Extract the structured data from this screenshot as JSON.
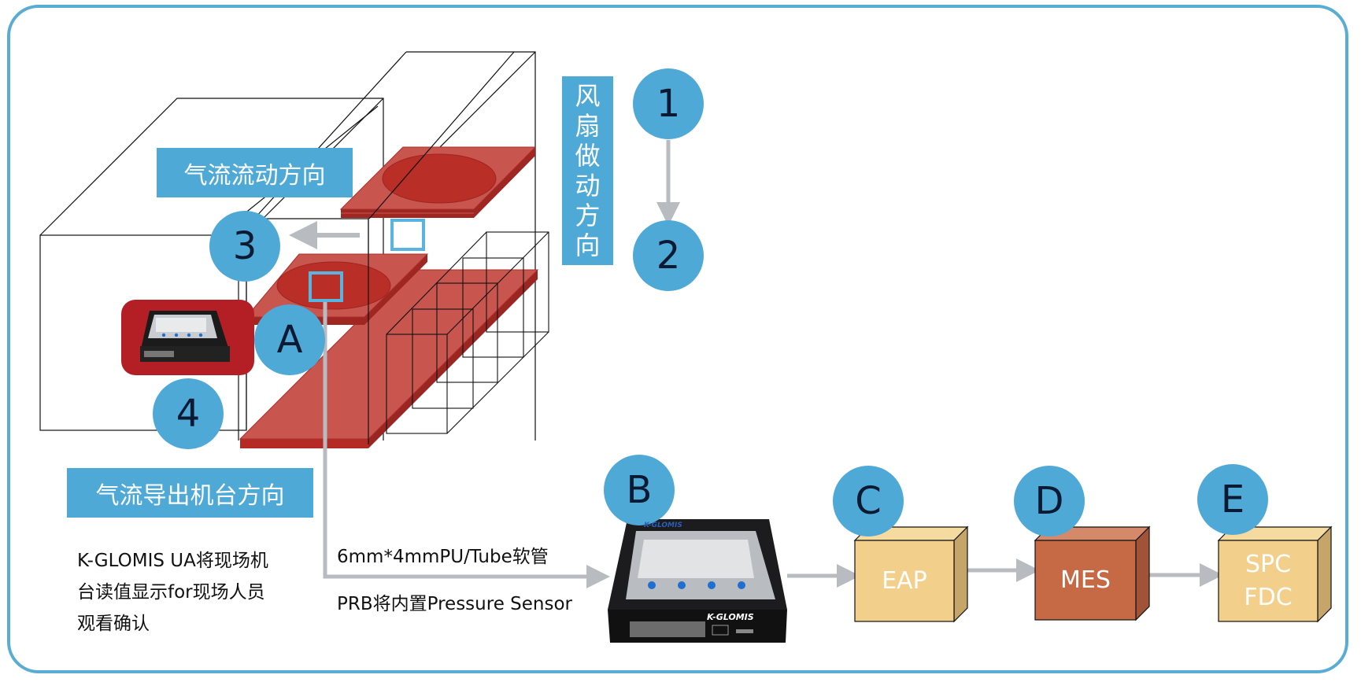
{
  "labels": {
    "airflow_direction": "气流流动方向",
    "airflow_exit_direction": "气流导出机台方向",
    "fan_direction_chars": [
      "风",
      "扇",
      "做",
      "动",
      "方",
      "向"
    ]
  },
  "badges": {
    "n1": "1",
    "n2": "2",
    "n3": "3",
    "n4": "4",
    "A": "A",
    "B": "B",
    "C": "C",
    "D": "D",
    "E": "E"
  },
  "description": {
    "lines": [
      "K-GLOMIS UA将现场机",
      "台读值显示for现场人员",
      "观看确认"
    ]
  },
  "tube": {
    "spec": "6mm*4mmPU/Tube软管",
    "sensor": "PRB将内置Pressure Sensor"
  },
  "device": {
    "brand": "K-GLOMIS",
    "buttons": 4
  },
  "flow_boxes": [
    {
      "id": "C",
      "lines": [
        "EAP"
      ],
      "color": "#F2CF8A"
    },
    {
      "id": "D",
      "lines": [
        "MES"
      ],
      "color": "#C66A45"
    },
    {
      "id": "E",
      "lines": [
        "SPC",
        "FDC"
      ],
      "color": "#F2CF8A"
    }
  ],
  "colors": {
    "accent_blue": "#4FA9D6",
    "frame_blue": "#5AADD2",
    "plate_red": "#C8554E",
    "wafer_red": "#B92E26",
    "device_bg_red": "#B41F25",
    "arrow_gray": "#B8BBC0"
  }
}
